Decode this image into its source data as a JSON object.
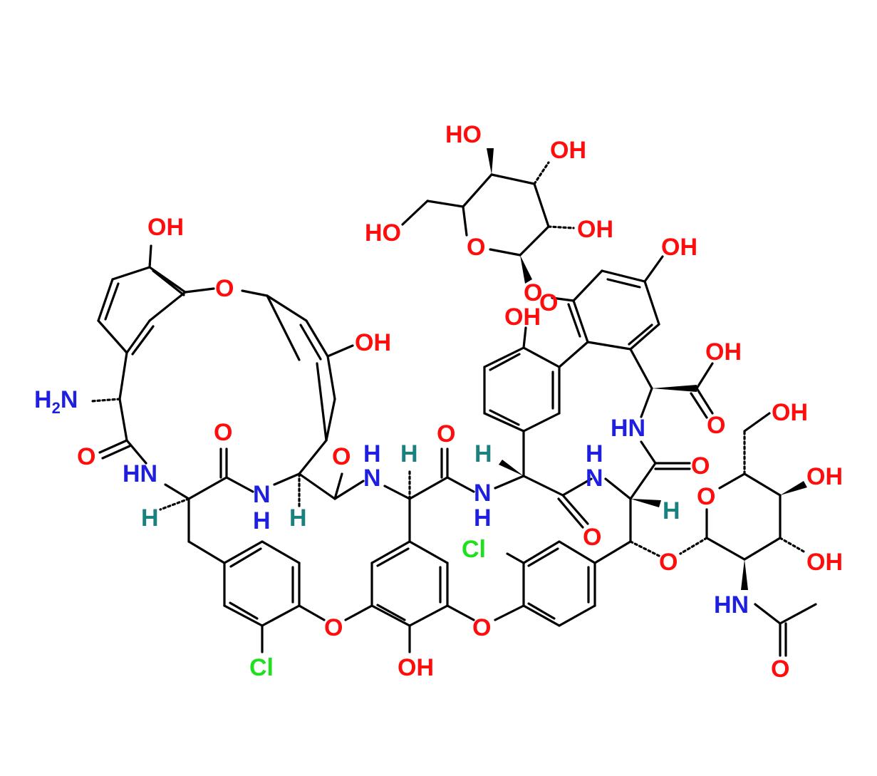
{
  "colors": {
    "oxygen": "#ff0d0d",
    "nitrogen": "#1f1fe0",
    "chlorine": "#1ee01e",
    "stereo_h": "#1a8080",
    "bond": "#000000",
    "background": "#ffffff"
  },
  "labels": {
    "ho_glc_top": "HO",
    "oh_glc_top": "OH",
    "ho_glc_ch2": "HO",
    "oh_glc_right": "OH",
    "o_glc_ring": "O",
    "o_glycosidic": "O",
    "oh_phenol_top": "OH",
    "oh_resorcinol": "OH",
    "o_resorcinol": "O",
    "oh_left_ring": "OH",
    "o_diaryl_ether_top": "O",
    "oh_mid_ring": "OH",
    "cooh_oh": "OH",
    "cooh_o": "O",
    "oh_ch2_sugar2": "OH",
    "oh_sugar2_a": "OH",
    "oh_sugar2_b": "OH",
    "o_sugar2_ring": "O",
    "o_sugar2_link": "O",
    "nh_acetyl": "HN",
    "o_acetyl": "O",
    "h2n": "H",
    "h2n_sub": "2",
    "h2n_n": "N",
    "o_amide1": "O",
    "hn_1": "HN",
    "h_1": "H",
    "o_amide2": "O",
    "nh_2_n": "N",
    "nh_2_h": "H",
    "h_2": "H",
    "o_amide3": "O",
    "nh_3_h": "H",
    "nh_3_n": "N",
    "h_3": "H",
    "o_amide4": "O",
    "nh_4_n": "N",
    "nh_4_h": "H",
    "h_4": "H",
    "o_amide5": "O",
    "nh_5_h": "H",
    "nh_5_n": "N",
    "o_amide6": "O",
    "hn_6": "HN",
    "o_amide7": "O",
    "h_5": "H",
    "cl_left": "Cl",
    "cl_right": "Cl",
    "o_ether_left": "O",
    "o_ether_right": "O",
    "oh_bottom": "OH"
  }
}
